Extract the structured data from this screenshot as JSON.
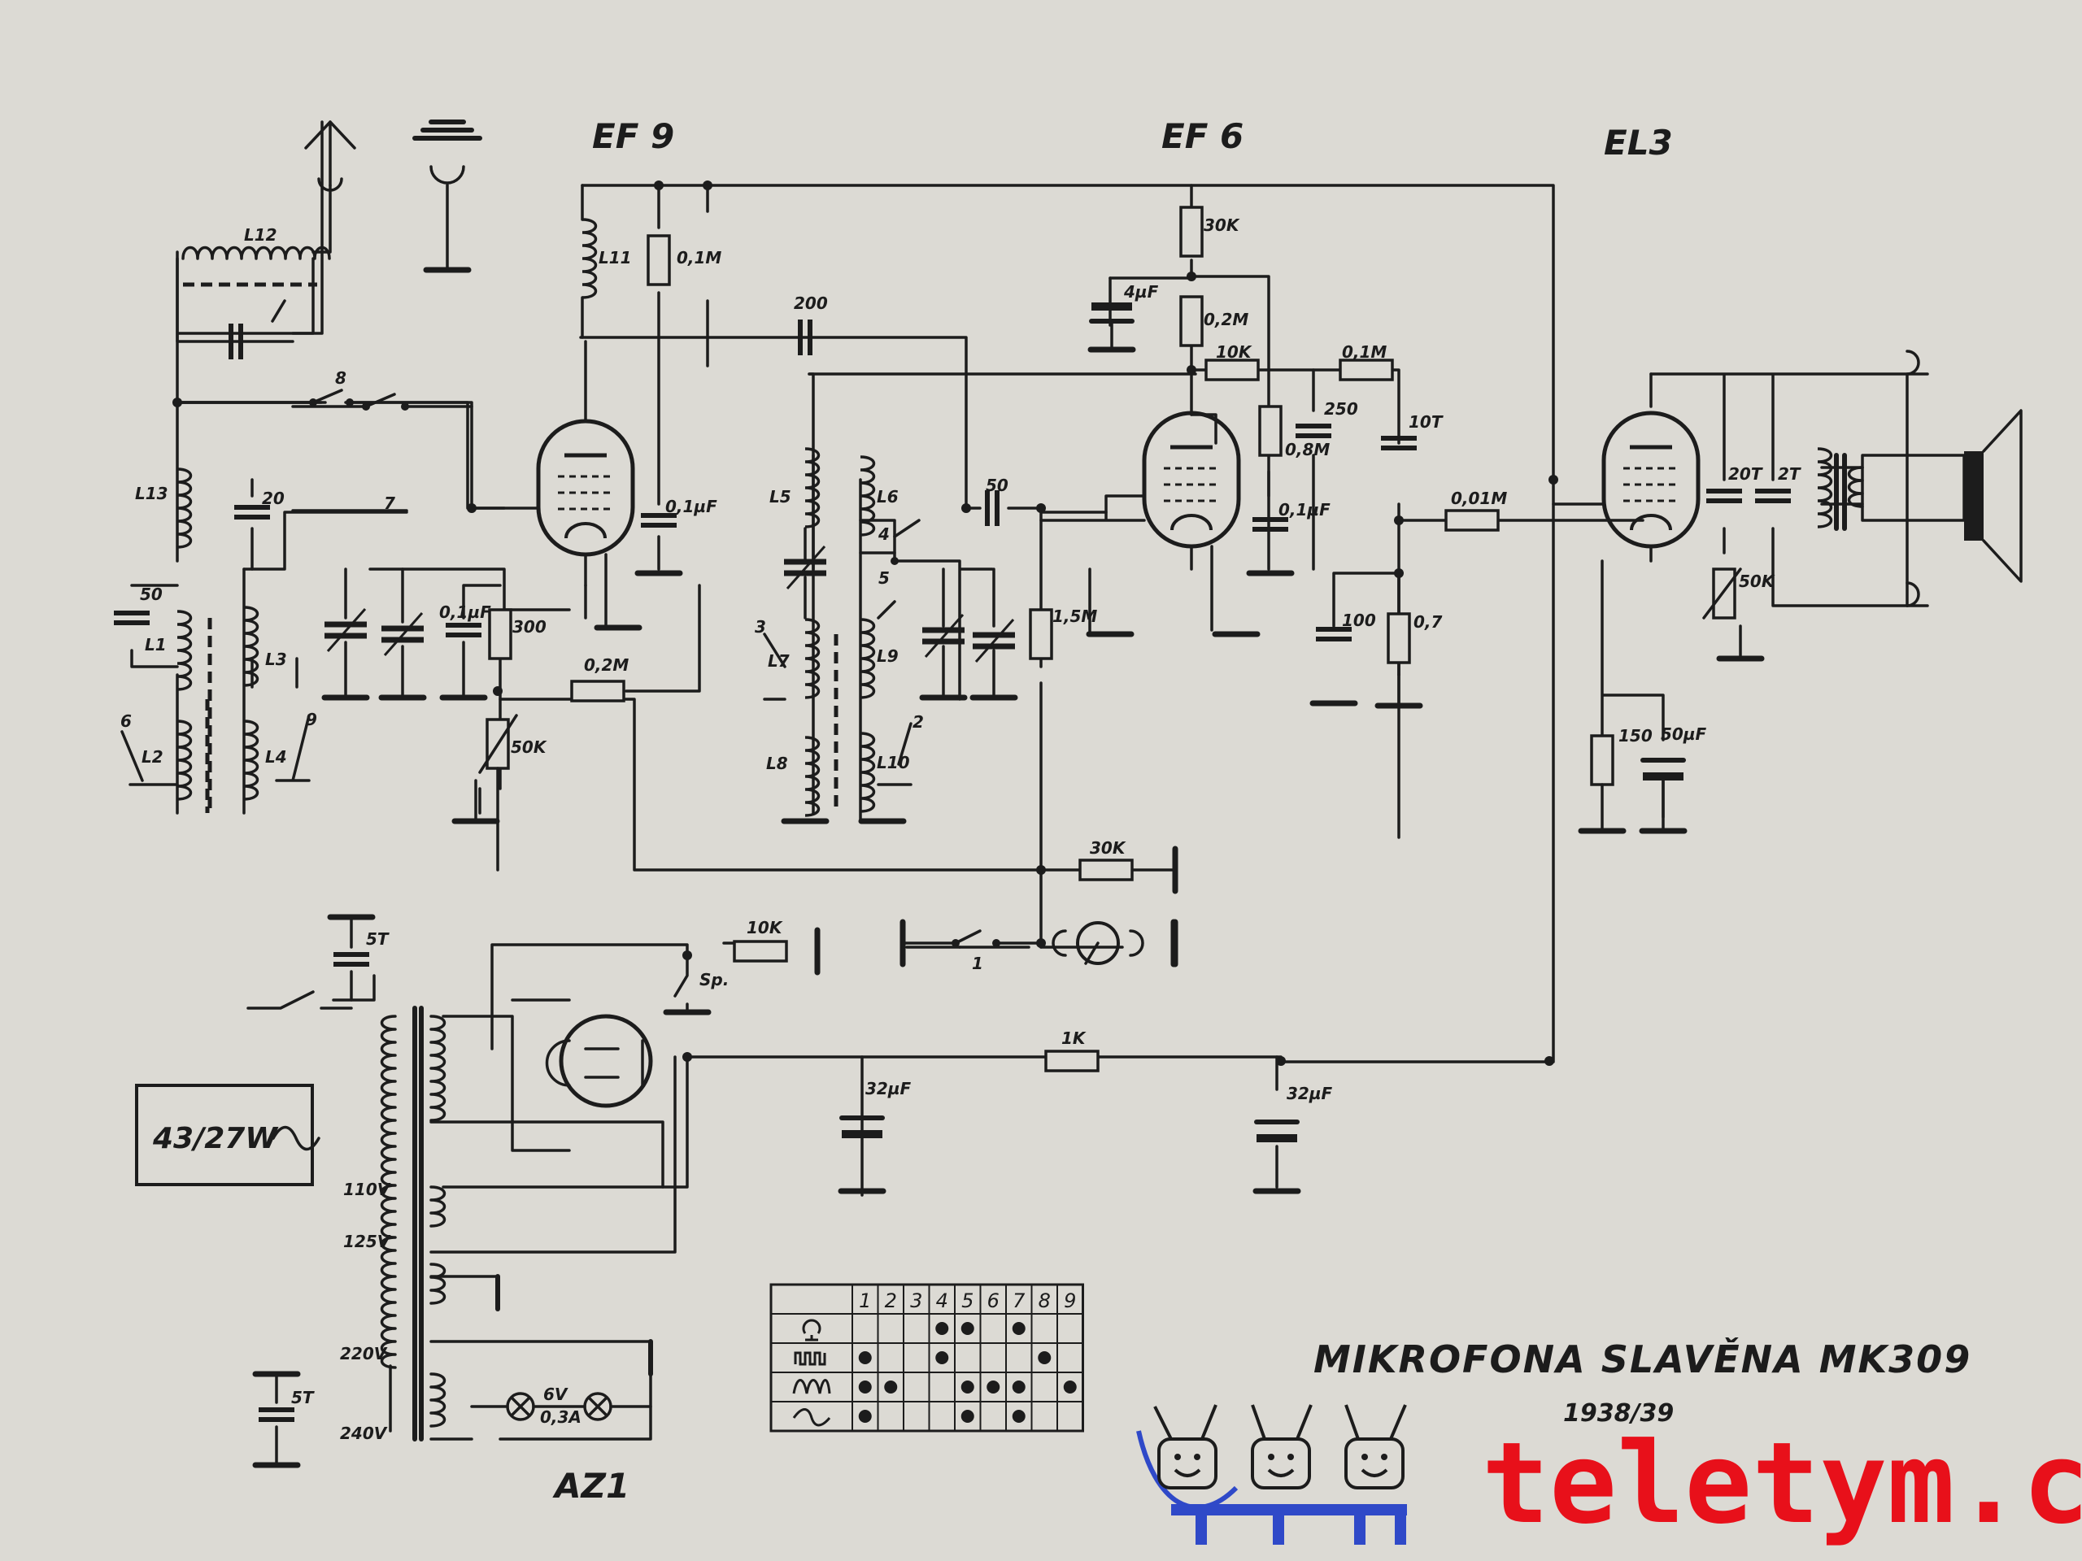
{
  "tubes": {
    "ef9": "EF 9",
    "ef6": "EF 6",
    "el3": "EL3",
    "az1": "AZ1"
  },
  "title": {
    "main": "MIKROFONA  SLAVĚNA  MK309",
    "year": "1938/39"
  },
  "power_label": "43/27W",
  "brand": "teletym.cz",
  "component_labels": {
    "l12": "L12",
    "l11": "L11",
    "l13": "L13",
    "l1": "L1",
    "l2": "L2",
    "l3": "L3",
    "l4": "L4",
    "l5": "L5",
    "l6": "L6",
    "l7": "L7",
    "l8": "L8",
    "l9": "L9",
    "l10": "L10",
    "r01m_a": "0,1M",
    "c01uf_a": "0,1µF",
    "c200": "200",
    "c50_a": "50",
    "c20": "20",
    "c01uf_b": "0,1µF",
    "r300": "300",
    "r02m_a": "0,2M",
    "p50k_a": "50K",
    "r30k_a": "30K",
    "c4uf": "4µF",
    "r02m_b": "0,2M",
    "r10k_a": "10K",
    "r01m_b": "0,1M",
    "c250": "250",
    "r08m": "0,8M",
    "c10t": "10T",
    "c01uf_c": "0,1µF",
    "c50_b": "50",
    "r15m": "1,5M",
    "r001m": "0,01M",
    "c100": "100",
    "r07": "0,7",
    "c20t": "20T",
    "c2t": "2T",
    "p50k_b": "50K",
    "r150": "150",
    "c50uf": "50µF",
    "r30k_b": "30K",
    "r10k_b": "10K",
    "sp": "Sp.",
    "c5t_a": "5T",
    "c5t_b": "5T",
    "r1k": "1K",
    "c32uf_a": "32µF",
    "c32uf_b": "32µF",
    "v110": "110V",
    "v125": "125V",
    "v220": "220V",
    "v240": "240V",
    "lamp": "6V",
    "lamp2": "0,3A"
  },
  "switch_numbers": [
    "1",
    "2",
    "3",
    "4",
    "5",
    "6",
    "7",
    "8",
    "9"
  ],
  "switch_table": {
    "columns": [
      "1",
      "2",
      "3",
      "4",
      "5",
      "6",
      "7",
      "8",
      "9"
    ],
    "rows": [
      {
        "icon": "microphone-icon",
        "dots": [
          0,
          0,
          0,
          1,
          1,
          0,
          1,
          0,
          0
        ]
      },
      {
        "icon": "short-wave-icon",
        "dots": [
          1,
          0,
          0,
          1,
          0,
          0,
          0,
          1,
          0
        ]
      },
      {
        "icon": "medium-wave-icon",
        "dots": [
          1,
          1,
          0,
          0,
          1,
          1,
          1,
          0,
          1
        ]
      },
      {
        "icon": "long-wave-icon",
        "dots": [
          1,
          0,
          0,
          0,
          1,
          0,
          1,
          0,
          0
        ]
      }
    ]
  },
  "colors": {
    "ink": "#1c1c1c",
    "paper": "#dcdad4",
    "brand_red": "#e8101a",
    "mascot_blue": "#2f49c8"
  }
}
